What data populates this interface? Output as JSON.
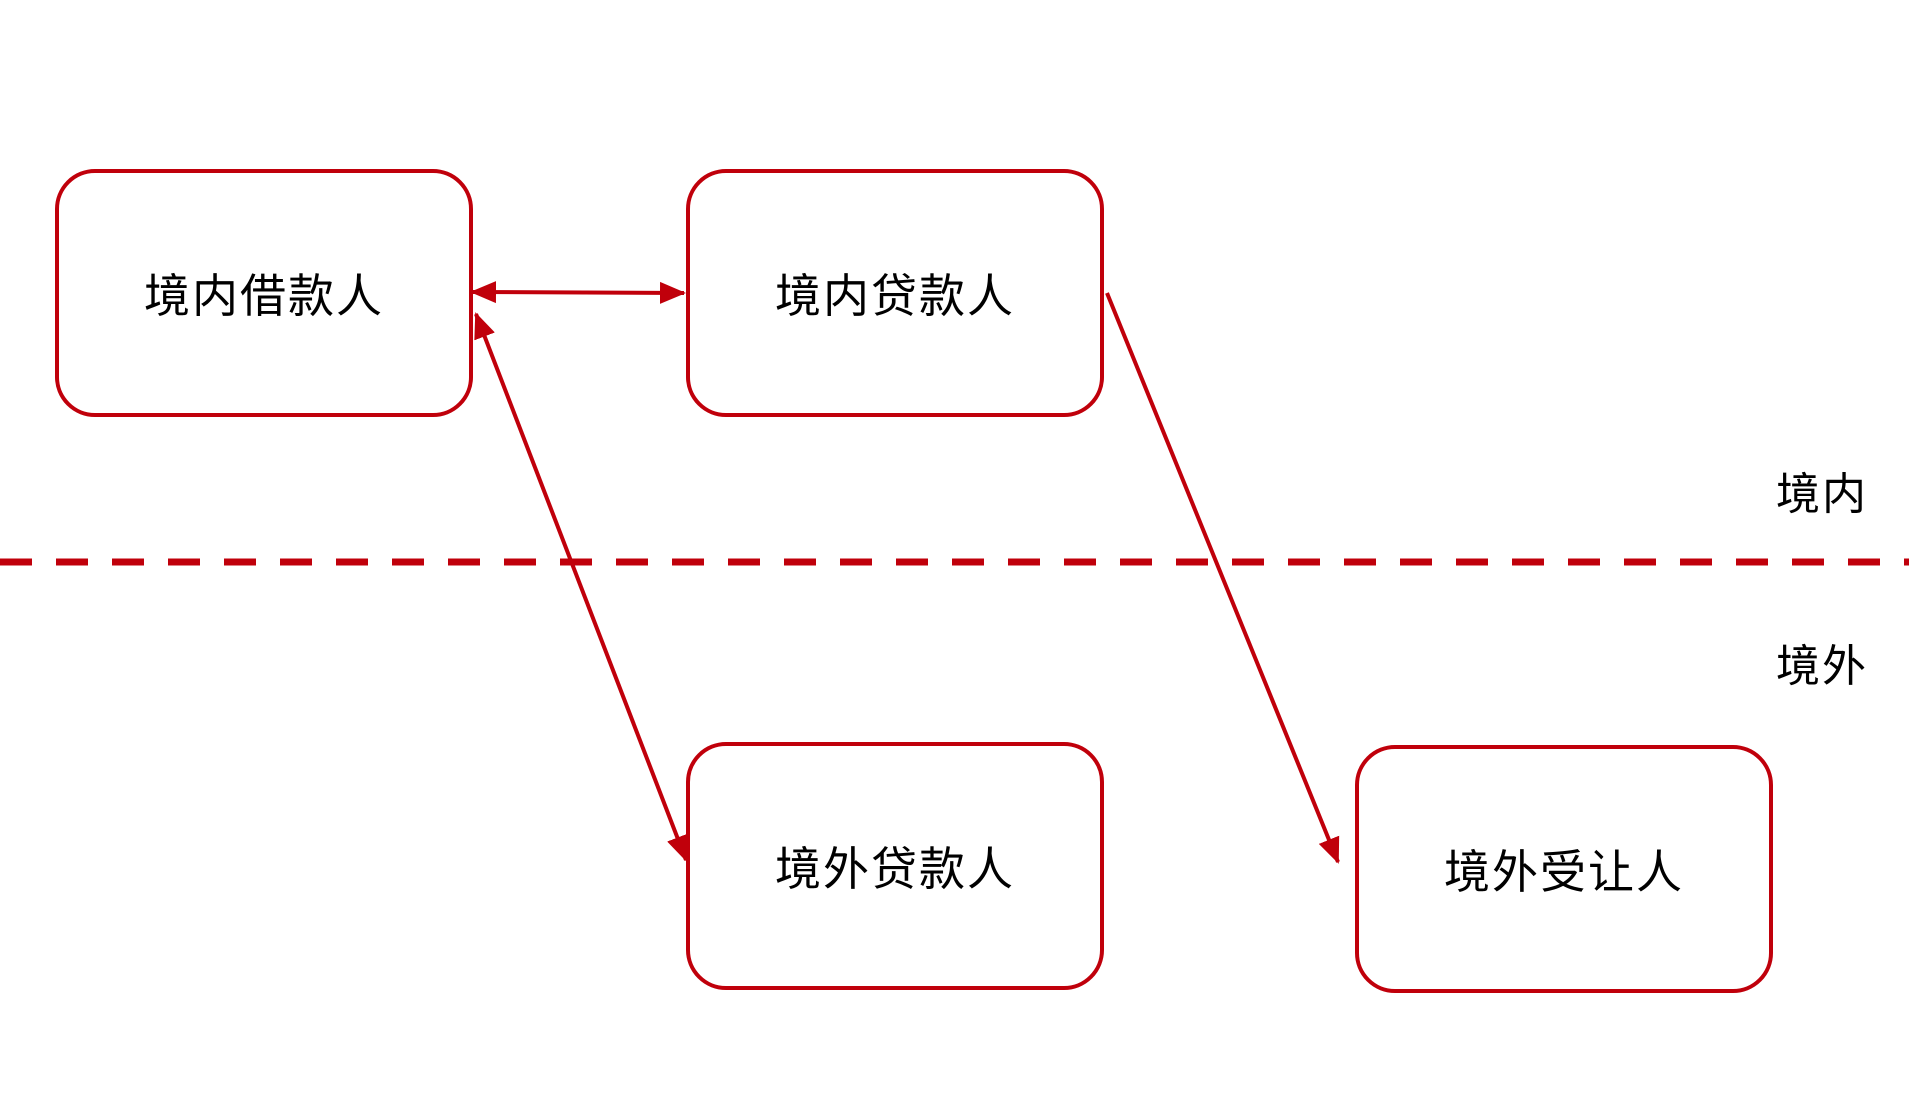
{
  "diagram": {
    "accent_color": "#c0000b",
    "nodes": [
      {
        "id": "domestic-borrower",
        "label": "境内借款人"
      },
      {
        "id": "domestic-lender",
        "label": "境内贷款人"
      },
      {
        "id": "foreign-lender",
        "label": "境外贷款人"
      },
      {
        "id": "foreign-assignee",
        "label": "境外受让人"
      }
    ],
    "regions": {
      "domestic": "境内",
      "foreign": "境外"
    },
    "edges": [
      {
        "from": "domestic-borrower",
        "to": "domestic-lender",
        "direction": "both"
      },
      {
        "from": "domestic-borrower",
        "to": "foreign-lender",
        "direction": "both"
      },
      {
        "from": "domestic-lender",
        "to": "foreign-assignee",
        "direction": "forward"
      }
    ],
    "divider": {
      "style": "dashed",
      "separates": [
        "domestic",
        "foreign"
      ]
    }
  }
}
